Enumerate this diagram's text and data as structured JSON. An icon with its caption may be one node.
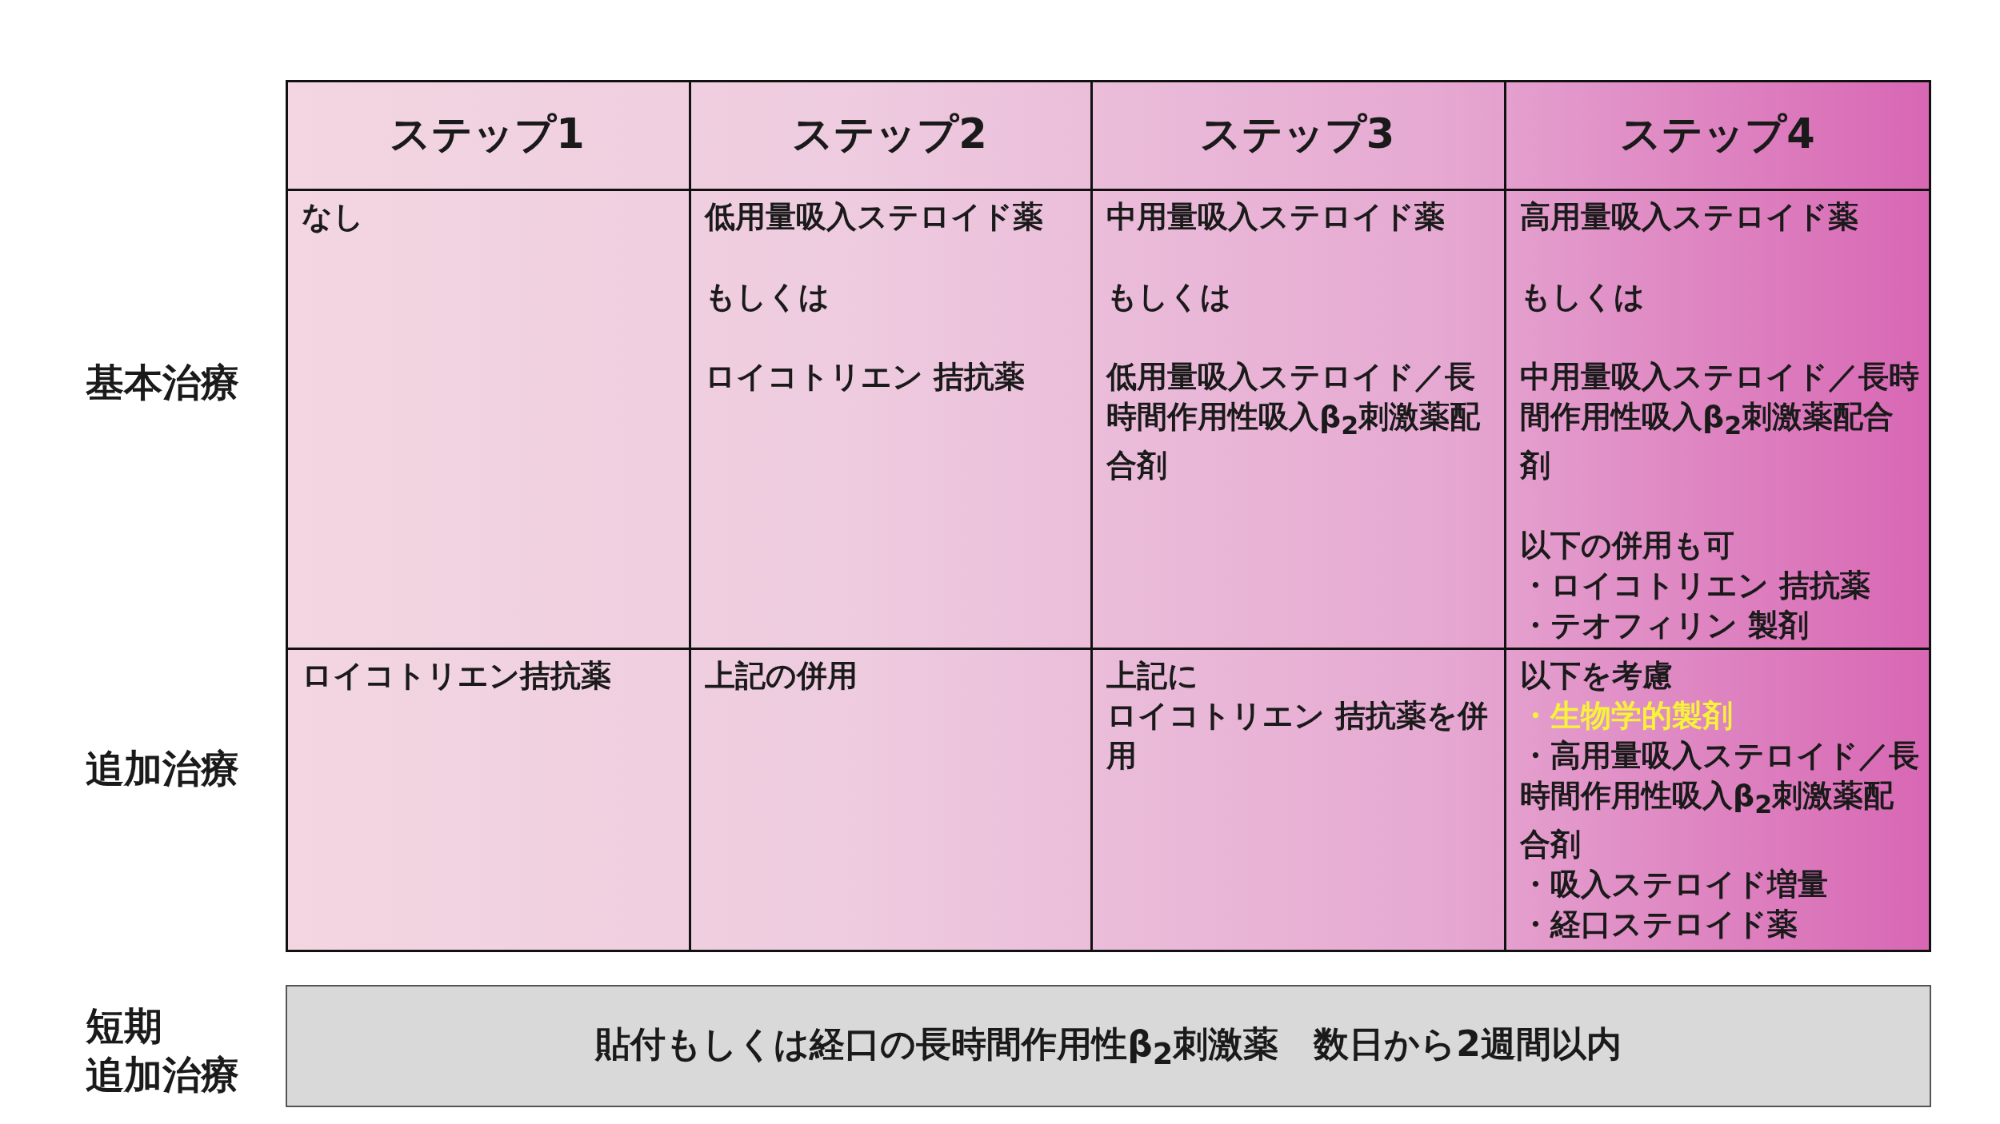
{
  "diagram": {
    "labels": [
      "基本治療",
      "追加治療",
      "短期",
      "追加治療",
      "ステップ1",
      "ステップ2",
      "ステップ3",
      "ステップ4",
      "なし",
      "低用量吸入ステロイド薬",
      "もしくは",
      "ロイコトリエン 拮抗薬",
      "中用量吸入ステロイド薬",
      "もしくは",
      "低用量吸入ステロイド／長時間作用性吸入β$_{2}$刺激薬配合剤",
      "高用量吸入ステロイド薬",
      "もしくは",
      "中用量吸入ステロイド／長時間作用性吸入β$_{2}$刺激薬配合剤",
      "以下の併用も可",
      "・ロイコトリエン 拮抗薬",
      "・テオフィリン 製剤",
      "ロイコトリエン拮抗薬",
      "上記の併用",
      "上記に",
      "ロイコトリエン 拮抗薬を併用",
      "以下を考慮",
      "・生物学的製剤",
      "・高用量吸入ステロイド／長時間作用性吸入β$_{2}$刺激薬配合剤",
      "・吸入ステロイド増量",
      "・経口ステロイド薬",
      "貼付もしくは経口の長時間作用性β$_{2}$刺激薬　数日から2週間以内"
    ]
  }
}
